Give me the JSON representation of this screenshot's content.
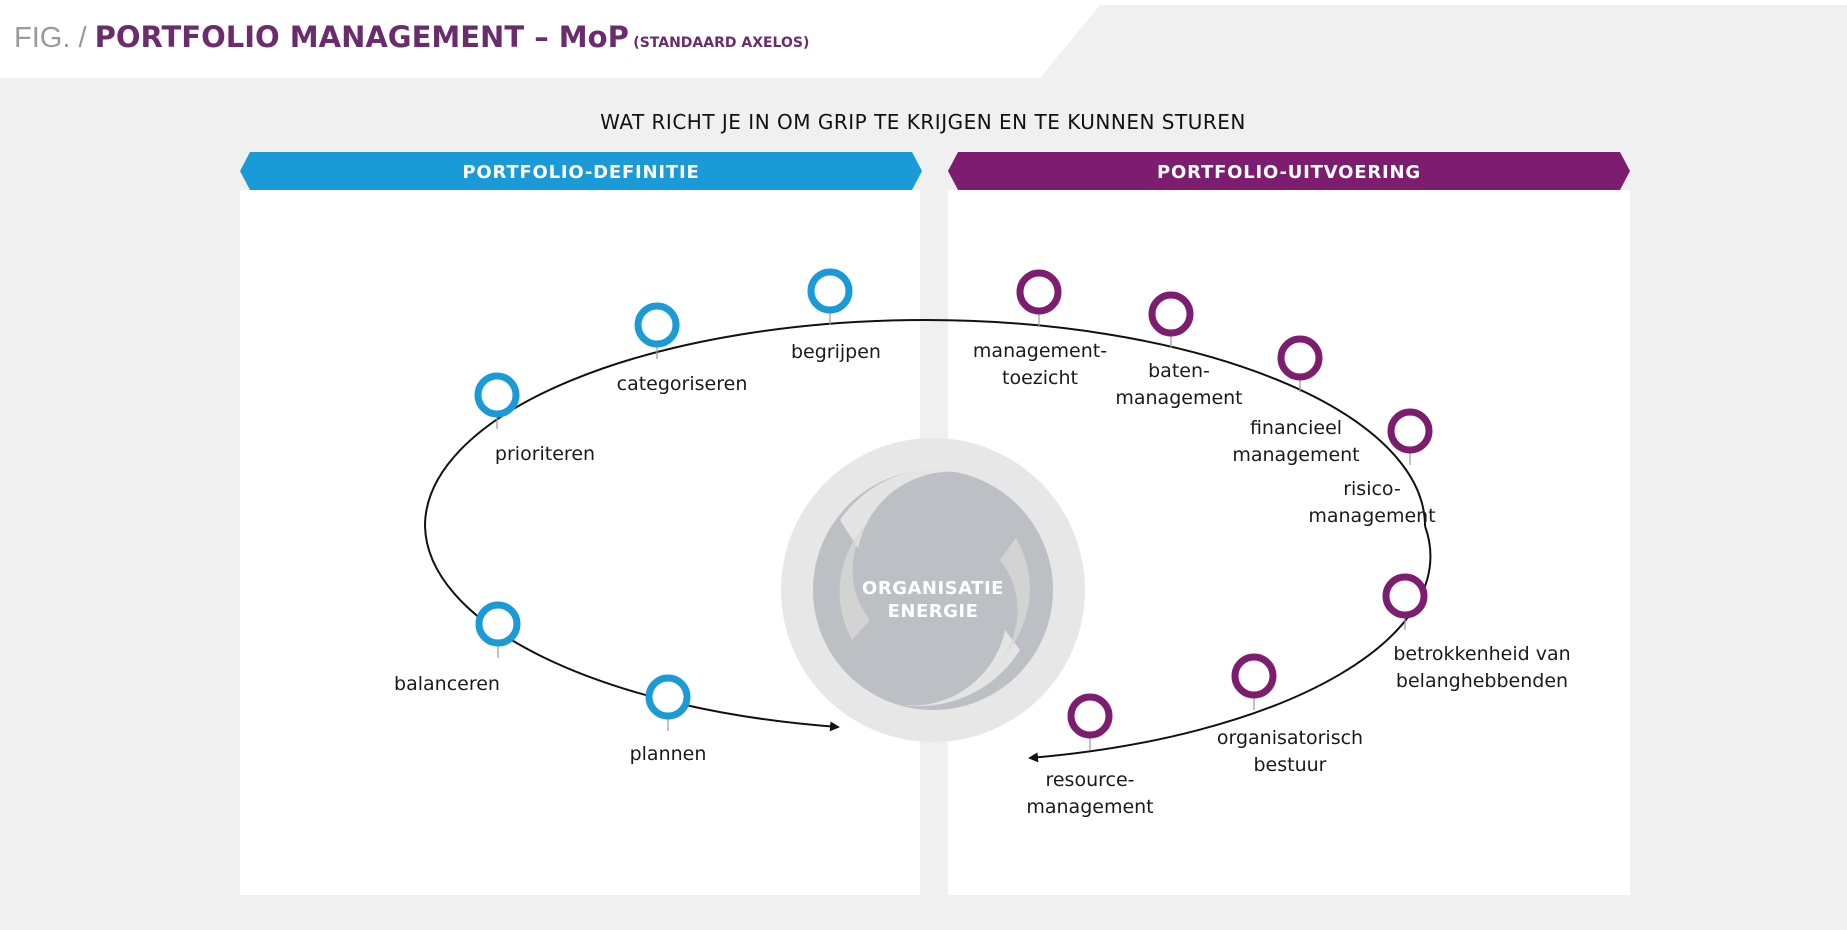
{
  "figure": {
    "prefix": "FIG. / ",
    "title": "PORTFOLIO MANAGEMENT – MoP",
    "subtitle": "(STANDAARD AXELOS)"
  },
  "question": "WAT RICHT JE IN OM GRIP TE KRIJGEN EN TE KUNNEN STUREN",
  "banners": {
    "left": "PORTFOLIO-DEFINITIE",
    "right": "PORTFOLIO-UITVOERING"
  },
  "center": {
    "line1": "ORGANISATIE",
    "line2": "ENERGIE"
  },
  "definition_steps": [
    {
      "lines": [
        "begrijpen"
      ]
    },
    {
      "lines": [
        "categoriseren"
      ]
    },
    {
      "lines": [
        "prioriteren"
      ]
    },
    {
      "lines": [
        "balanceren"
      ]
    },
    {
      "lines": [
        "plannen"
      ]
    }
  ],
  "execution_steps": [
    {
      "lines": [
        "management-",
        "toezicht"
      ]
    },
    {
      "lines": [
        "baten-",
        "management"
      ]
    },
    {
      "lines": [
        "financieel",
        "management"
      ]
    },
    {
      "lines": [
        "risico-",
        "management"
      ]
    },
    {
      "lines": [
        "betrokkenheid van",
        "belanghebbenden"
      ]
    },
    {
      "lines": [
        "organisatorisch",
        "bestuur"
      ]
    },
    {
      "lines": [
        "resource-",
        "management"
      ]
    }
  ],
  "colors": {
    "definition": "#1a9ad6",
    "execution": "#7c1d6f",
    "title": "#6b2c6e",
    "panel_bg": "#f0f0f0"
  }
}
